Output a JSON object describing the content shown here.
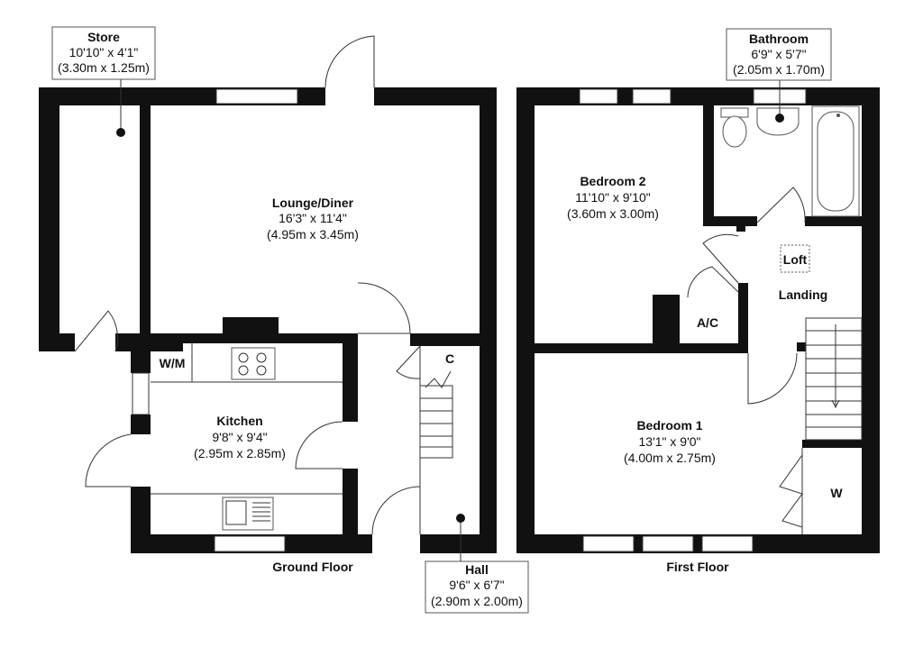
{
  "colors": {
    "wall": "#111111",
    "background": "#ffffff",
    "line": "#333333"
  },
  "floors": {
    "ground": {
      "label": "Ground Floor"
    },
    "first": {
      "label": "First Floor"
    }
  },
  "rooms": {
    "store": {
      "name": "Store",
      "imperial": "10'10\" x 4'1\"",
      "metric": "(3.30m x 1.25m)"
    },
    "lounge": {
      "name": "Lounge/Diner",
      "imperial": "16'3\" x 11'4\"",
      "metric": "(4.95m x 3.45m)"
    },
    "kitchen": {
      "name": "Kitchen",
      "imperial": "9'8\" x 9'4\"",
      "metric": "(2.95m x 2.85m)"
    },
    "hall": {
      "name": "Hall",
      "imperial": "9'6\" x 6'7\"",
      "metric": "(2.90m x 2.00m)"
    },
    "bathroom": {
      "name": "Bathroom",
      "imperial": "6'9\" x 5'7\"",
      "metric": "(2.05m x 1.70m)"
    },
    "bedroom2": {
      "name": "Bedroom 2",
      "imperial": "11'10\" x 9'10\"",
      "metric": "(3.60m x 3.00m)"
    },
    "bedroom1": {
      "name": "Bedroom 1",
      "imperial": "13'1\" x 9'0\"",
      "metric": "(4.00m x 2.75m)"
    }
  },
  "small_labels": {
    "wm": "W/M",
    "cupboard": "C",
    "loft": "Loft",
    "landing": "Landing",
    "ac": "A/C",
    "wardrobe": "W"
  }
}
